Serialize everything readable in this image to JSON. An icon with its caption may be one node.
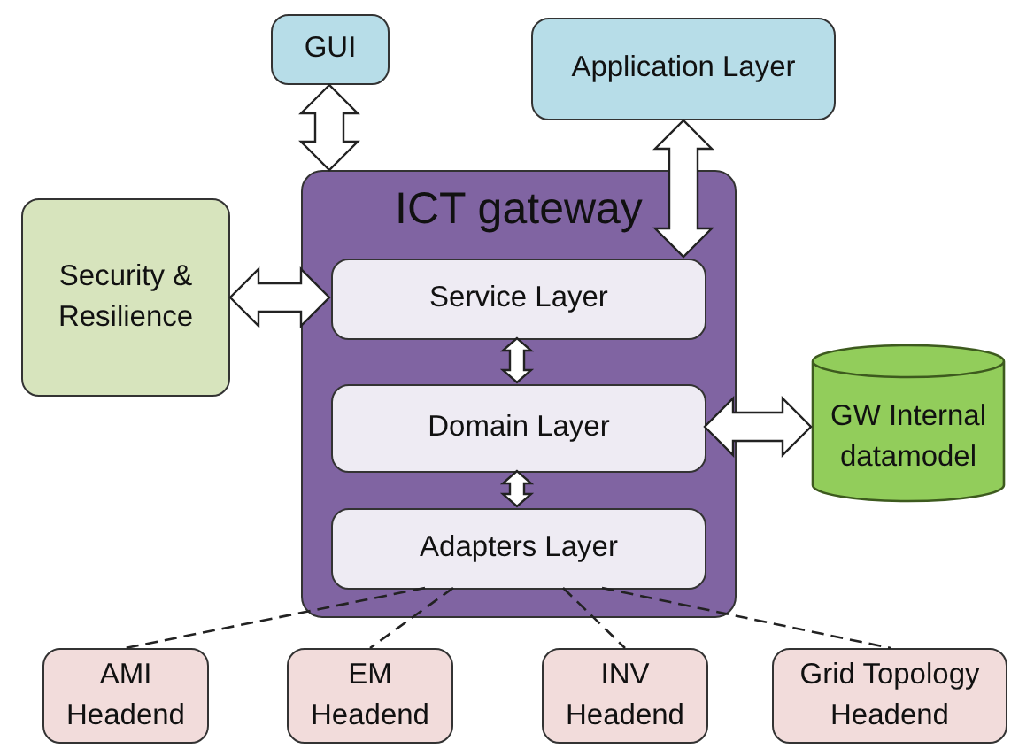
{
  "diagram": {
    "nodes": [
      {
        "text": [
          "GUI"
        ]
      },
      {
        "text": [
          "Application Layer"
        ]
      },
      {
        "text": [
          "Security & Resilience"
        ]
      },
      {
        "text": [
          "ICT gateway"
        ]
      },
      {
        "text": [
          "Service Layer"
        ],
        "in": 3
      },
      {
        "text": [
          "Domain Layer"
        ],
        "in": 3
      },
      {
        "text": [
          "Adapters Layer"
        ],
        "in": 3
      },
      {
        "text": [
          "GW Internal datamodel"
        ]
      },
      {
        "text": [
          "AMI Headend"
        ]
      },
      {
        "text": [
          "EM Headend"
        ]
      },
      {
        "text": [
          "INV Headend"
        ]
      },
      {
        "text": [
          "Grid Topology Headend"
        ]
      }
    ],
    "edges": [
      {
        "from": 0,
        "to": 3,
        "arrow": "both"
      },
      {
        "from": 1,
        "to": 4,
        "arrow": "both"
      },
      {
        "from": 2,
        "to": 4,
        "arrow": "both"
      },
      {
        "from": 4,
        "to": 5,
        "arrow": "both"
      },
      {
        "from": 5,
        "to": 6,
        "arrow": "both"
      },
      {
        "from": 5,
        "to": 7,
        "arrow": "both"
      },
      {
        "from": 6,
        "to": 8,
        "arrow": "none",
        "style": "dashed"
      },
      {
        "from": 6,
        "to": 9,
        "arrow": "none",
        "style": "dashed"
      },
      {
        "from": 6,
        "to": 10,
        "arrow": "none",
        "style": "dashed"
      },
      {
        "from": 6,
        "to": 11,
        "arrow": "none",
        "style": "dashed"
      }
    ]
  }
}
